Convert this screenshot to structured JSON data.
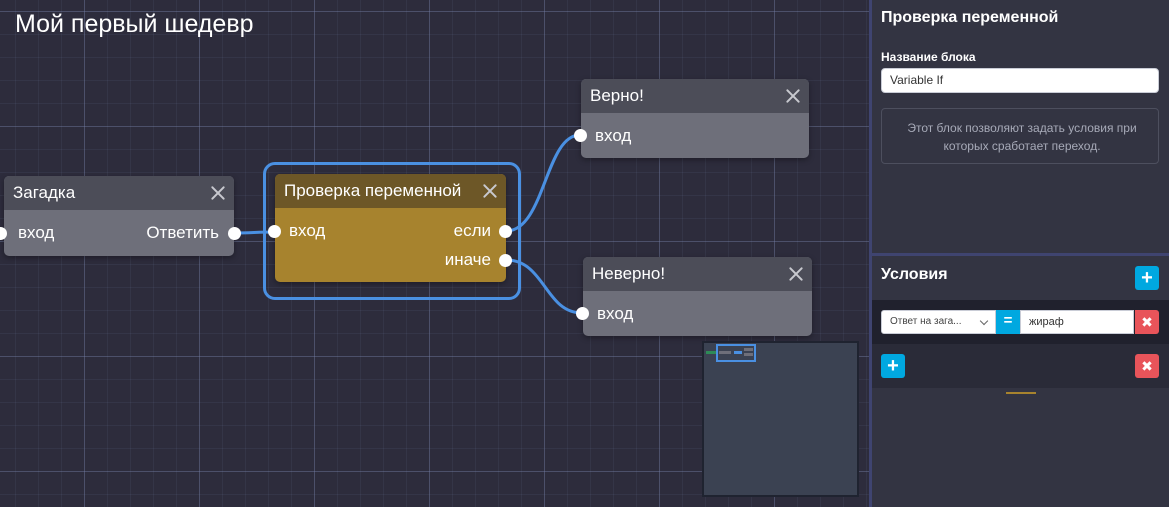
{
  "project": {
    "title": "Мой первый шедевр"
  },
  "nodes": {
    "riddle": {
      "title": "Загадка",
      "in_label": "вход",
      "out_label": "Ответить"
    },
    "var_check": {
      "title": "Проверка переменной",
      "in_label": "вход",
      "if_label": "если",
      "else_label": "иначе"
    },
    "correct": {
      "title": "Верно!",
      "in_label": "вход"
    },
    "wrong": {
      "title": "Неверно!",
      "in_label": "вход"
    }
  },
  "sidebar": {
    "title": "Проверка переменной",
    "block_name_label": "Название блока",
    "block_name_value": "Variable If",
    "description": "Этот блок позволяют задать условия при которых сработает переход.",
    "conditions": {
      "title": "Условия",
      "add_icon": "plus-icon",
      "rows": [
        {
          "variable": "Ответ на зага...",
          "operator": "=",
          "value": "жираф",
          "delete_icon": "x-icon"
        }
      ],
      "sub_add_icon": "plus-icon",
      "sub_delete_icon": "x-icon"
    }
  },
  "colors": {
    "accent": "#00a8e0",
    "danger": "#e8545a",
    "selected_node": "#a7832e",
    "selection_outline": "#4a90e2"
  }
}
